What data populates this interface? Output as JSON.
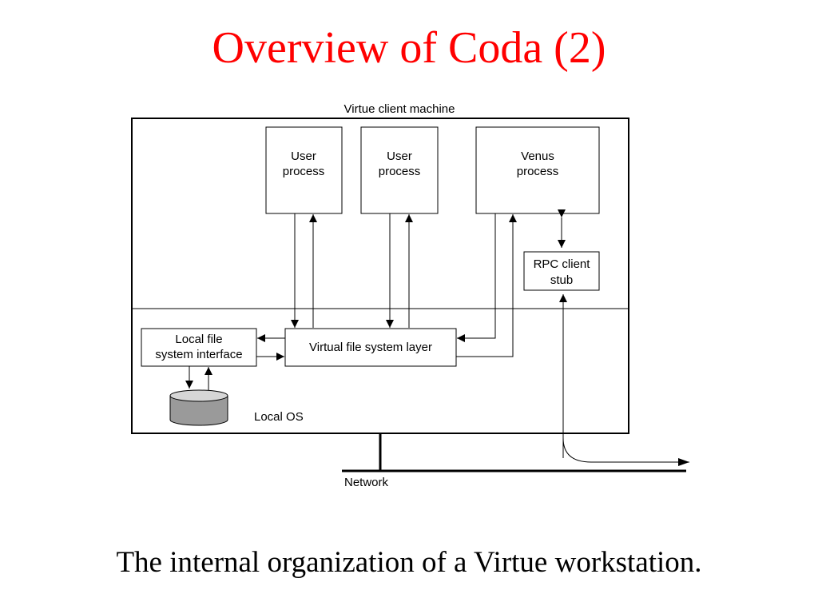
{
  "slide": {
    "title": "Overview of Coda (2)",
    "caption": "The internal organization of a Virtue workstation."
  },
  "diagram": {
    "machine_label": "Virtue client machine",
    "user_process_1": [
      "User",
      "process"
    ],
    "user_process_2": [
      "User",
      "process"
    ],
    "venus_process": [
      "Venus",
      "process"
    ],
    "rpc_stub": [
      "RPC client",
      "stub"
    ],
    "local_fs_interface": [
      "Local file",
      "system interface"
    ],
    "vfs_layer": "Virtual file system layer",
    "local_os_label": "Local OS",
    "network_label": "Network"
  }
}
